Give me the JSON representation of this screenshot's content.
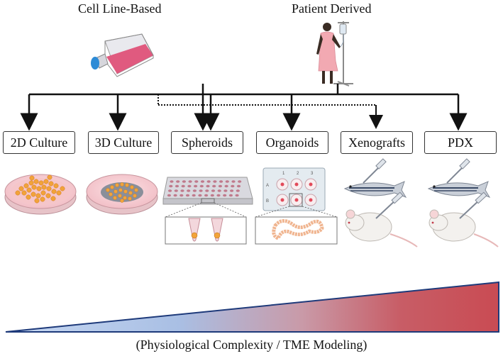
{
  "headings": {
    "cell_line": "Cell Line-Based",
    "patient": "Patient Derived"
  },
  "models": [
    {
      "label": "2D Culture"
    },
    {
      "label": "3D Culture"
    },
    {
      "label": "Spheroids"
    },
    {
      "label": "Organoids"
    },
    {
      "label": "Xenografts"
    },
    {
      "label": "PDX"
    }
  ],
  "plate": {
    "row_labels": [
      "A",
      "B"
    ],
    "col_labels": [
      "1",
      "2",
      "3"
    ]
  },
  "gradient": {
    "caption": "(Physiological Complexity / TME Modeling)",
    "start_color": "#9ab8e6",
    "end_color": "#c9474e"
  },
  "colors": {
    "line": "#111111",
    "dish": "#f0b8c0",
    "cells": "#f2a33a",
    "border": "#1e3a7a"
  }
}
